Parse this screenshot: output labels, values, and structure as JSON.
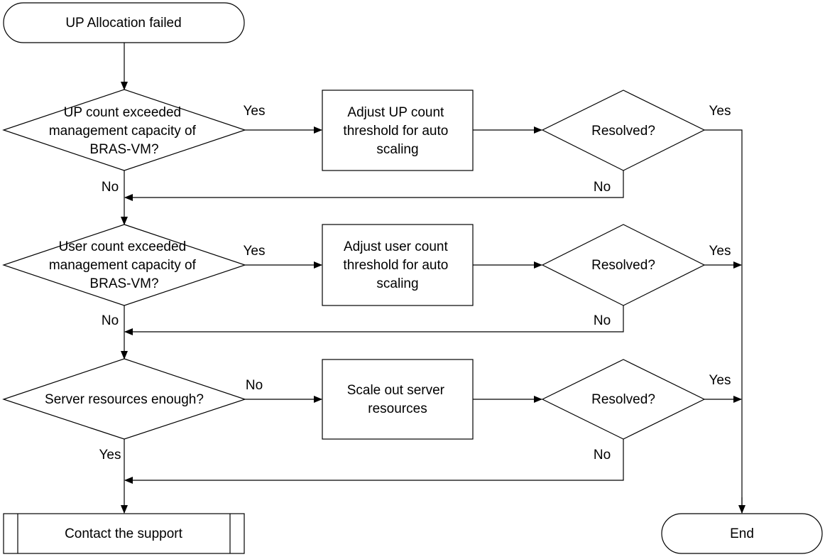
{
  "nodes": {
    "start": "UP Allocation failed",
    "decision1": [
      "UP count exceeded",
      "management capacity of",
      "BRAS-VM?"
    ],
    "action1": [
      "Adjust UP count",
      "threshold for auto",
      "scaling"
    ],
    "resolved1": "Resolved?",
    "decision2": [
      "User count exceeded",
      "management capacity of",
      "BRAS-VM?"
    ],
    "action2": [
      "Adjust user count",
      "threshold for auto",
      "scaling"
    ],
    "resolved2": "Resolved?",
    "decision3": "Server resources enough?",
    "action3": [
      "Scale out server",
      "resources"
    ],
    "resolved3": "Resolved?",
    "support": "Contact the support",
    "end": "End"
  },
  "edge_labels": {
    "d1_yes": "Yes",
    "d1_no": "No",
    "r1_yes": "Yes",
    "r1_no": "No",
    "d2_yes": "Yes",
    "d2_no": "No",
    "r2_yes": "Yes",
    "r2_no": "No",
    "d3_no": "No",
    "d3_yes": "Yes",
    "r3_yes": "Yes",
    "r3_no": "No"
  }
}
